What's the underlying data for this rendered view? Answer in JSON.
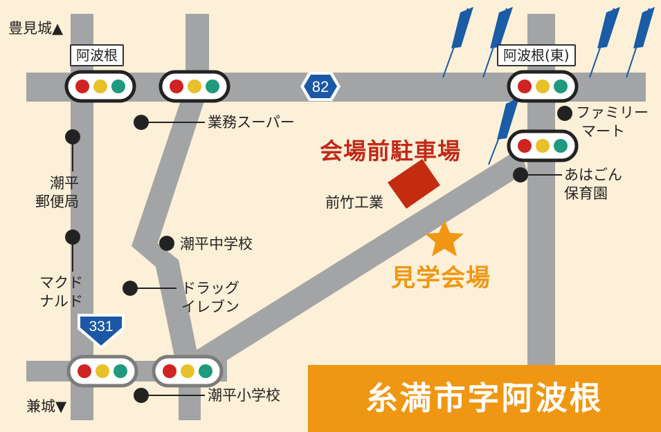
{
  "map": {
    "title": "糸満市字阿波根",
    "colors": {
      "background": "#fdf0d8",
      "road": "#a3a4a6",
      "signal_red": "#cf2422",
      "signal_yellow": "#e8c12a",
      "signal_green": "#1f9a7c",
      "flag": "#1a5ca6",
      "parking": "#c42c0f",
      "venue_star": "#ef9712",
      "title_band": "#ef9712"
    },
    "direction_labels": {
      "north": "豊見城▲",
      "south": "兼城▼"
    },
    "intersections": {
      "west": "阿波根",
      "east": "阿波根(東)"
    },
    "route_shields": {
      "r82": "82",
      "r331": "331"
    },
    "landmarks": {
      "gyomu_super": "業務スーパー",
      "shiohira_post_line1": "潮平",
      "shiohira_post_line2": "郵便局",
      "mcdonalds_line1": "マクド",
      "mcdonalds_line2": "ナルド",
      "shiohira_jhs": "潮平中学校",
      "drug_eleven_line1": "ドラッグ",
      "drug_eleven_line2": "イレブン",
      "shiohira_es": "潮平小学校",
      "familymart_line1": "ファミリー",
      "familymart_line2": "マート",
      "ahagon_nursery_line1": "あはごん",
      "ahagon_nursery_line2": "保育園",
      "maetake_kogyo": "前竹工業"
    },
    "parking_label": "会場前駐車場",
    "venue_label": "見学会場",
    "icons": [
      "traffic-signal-icon",
      "flag-icon",
      "star-icon",
      "route-shield-icon",
      "poi-dot-icon",
      "parking-square-icon"
    ]
  }
}
